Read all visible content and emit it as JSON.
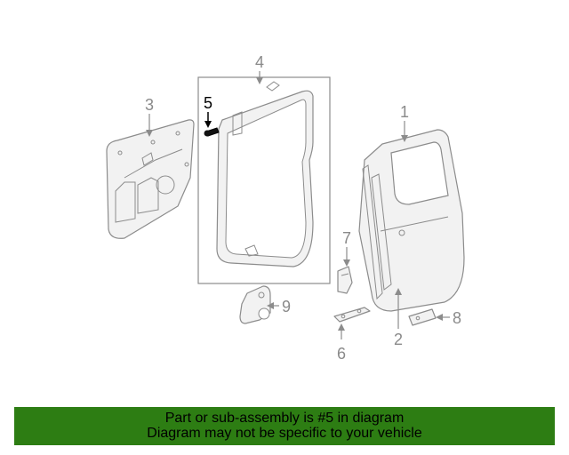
{
  "diagram": {
    "callouts": {
      "c1": "1",
      "c2": "2",
      "c3": "3",
      "c4": "4",
      "c5": "5",
      "c6": "6",
      "c7": "7",
      "c8": "8",
      "c9": "9"
    },
    "highlight_color": "#000000",
    "part_color": "#8c8c8c"
  },
  "banner": {
    "line1": "Part or sub-assembly is #5 in diagram",
    "line2": "Diagram may not be specific to your vehicle",
    "background": "#2d7d13"
  }
}
